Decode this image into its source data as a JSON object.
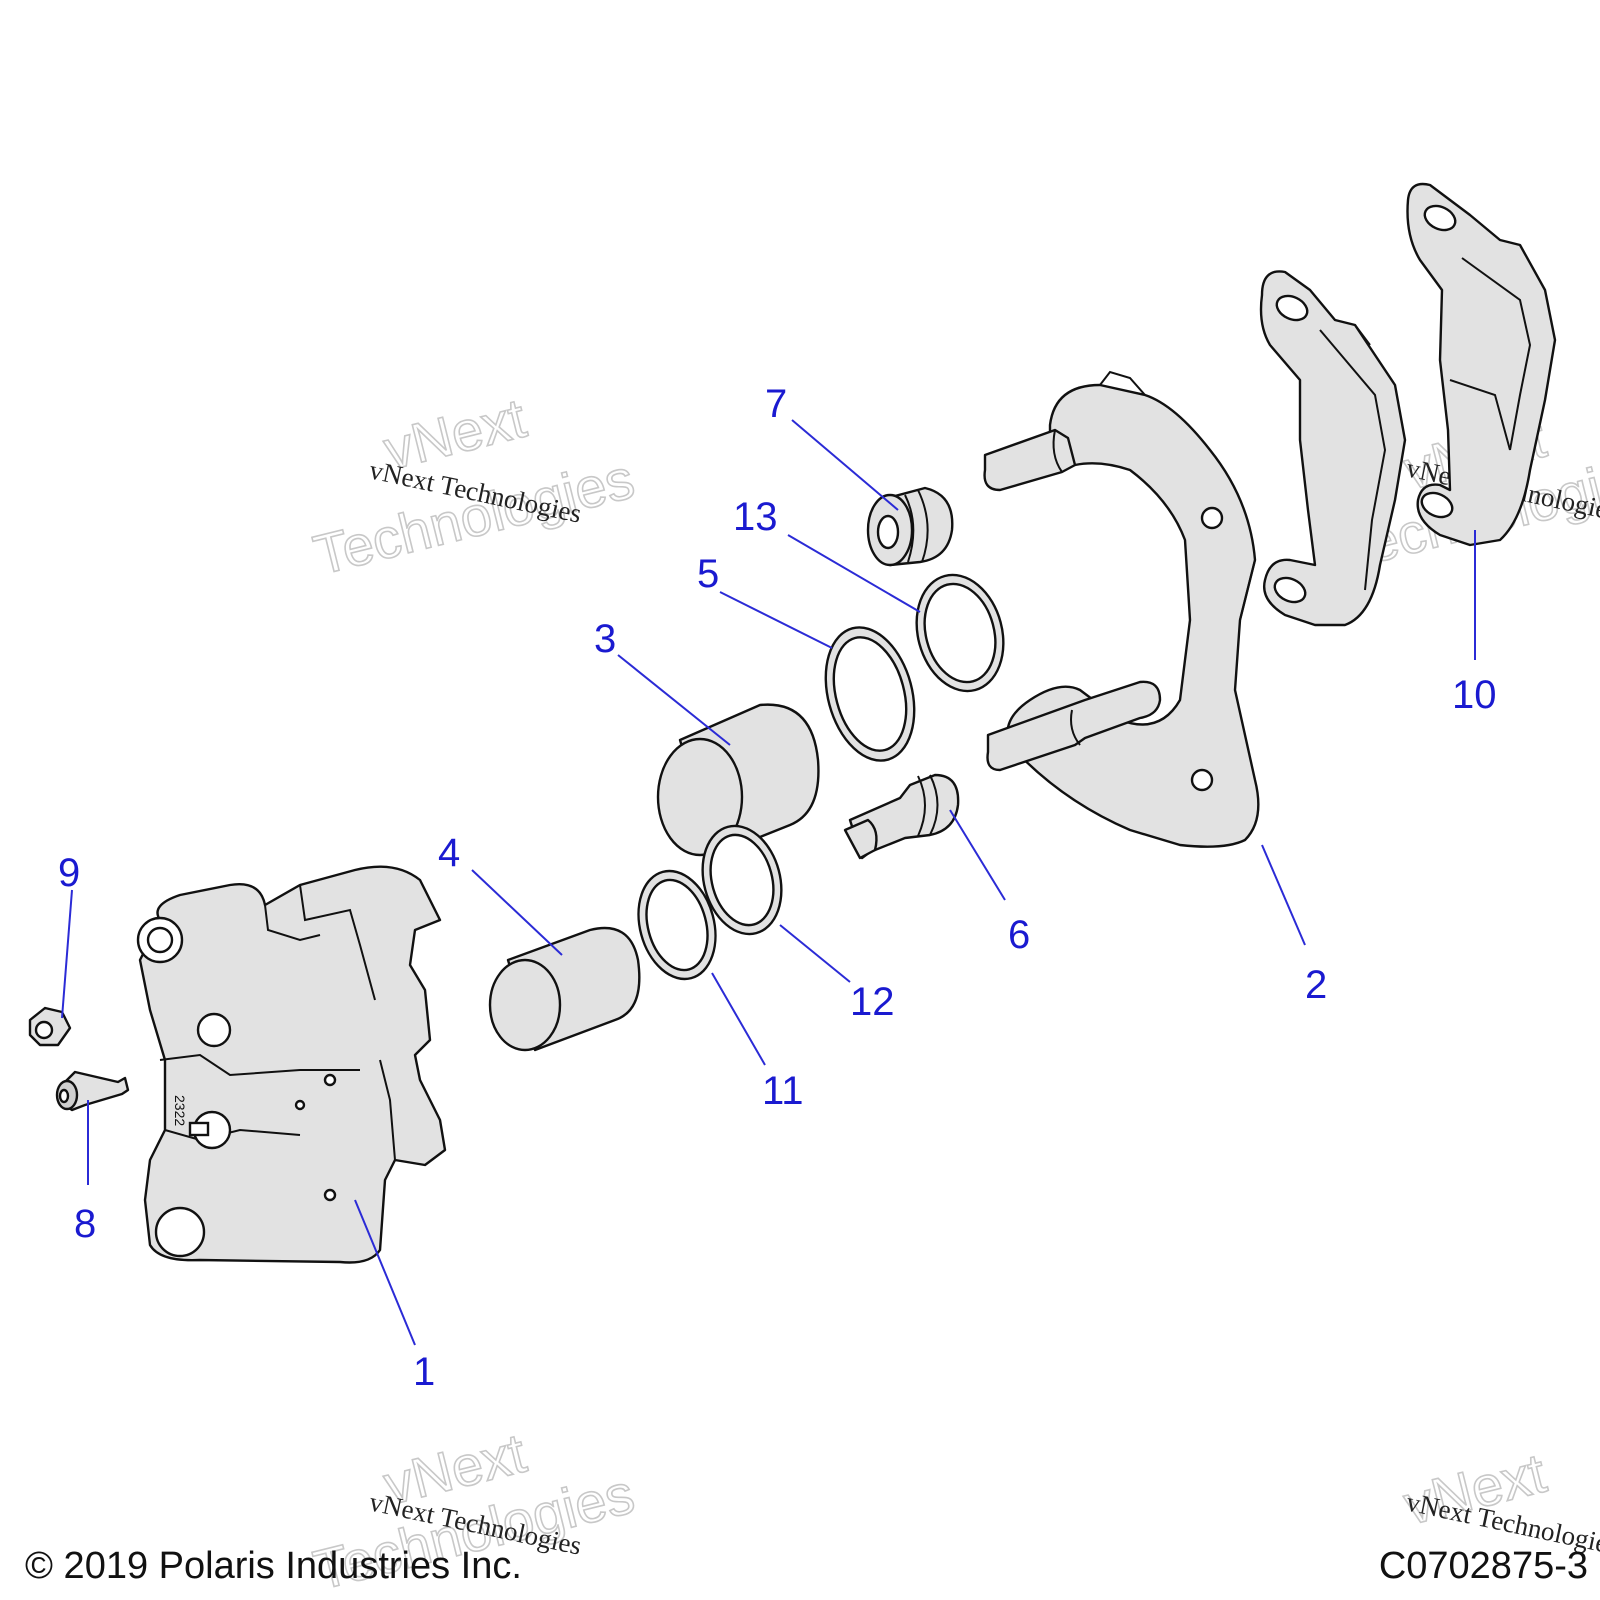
{
  "watermark": {
    "brand": "vNext",
    "word": "Technologies",
    "full": "vNext Technologies"
  },
  "footer": {
    "copyright": "© 2019 Polaris Industries Inc.",
    "figure_code": "C0702875-3"
  },
  "parts": {
    "body_stamp": "2322",
    "callouts": [
      {
        "label": "1"
      },
      {
        "label": "2"
      },
      {
        "label": "3"
      },
      {
        "label": "4"
      },
      {
        "label": "5"
      },
      {
        "label": "6"
      },
      {
        "label": "7"
      },
      {
        "label": "8"
      },
      {
        "label": "9"
      },
      {
        "label": "10"
      },
      {
        "label": "11"
      },
      {
        "label": "12"
      },
      {
        "label": "13"
      }
    ]
  },
  "colors": {
    "callout": "#1a1ad0",
    "part_fill": "#e2e2e2",
    "outline": "#111111"
  }
}
